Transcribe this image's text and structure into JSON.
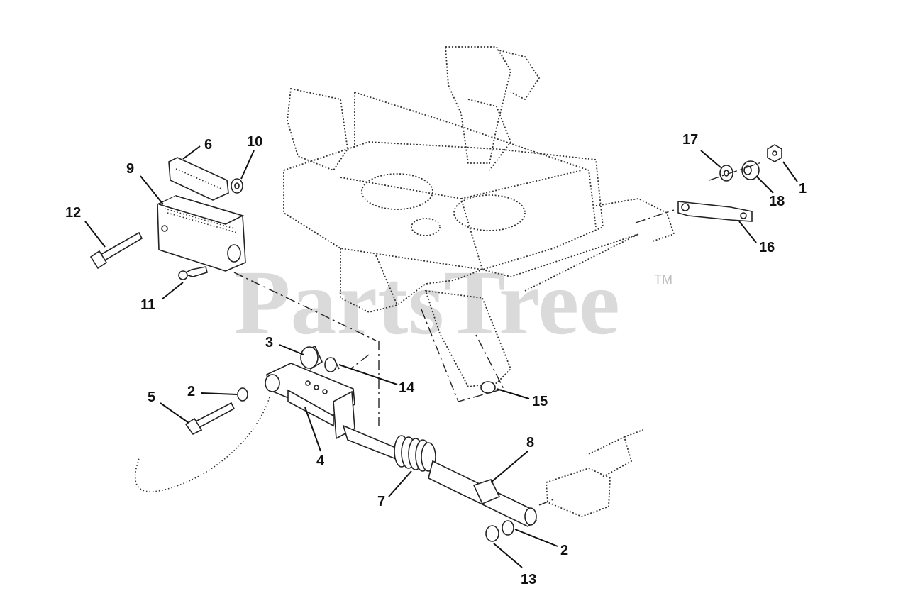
{
  "watermark": {
    "text": "PartsTree",
    "trademark": "TM"
  },
  "callouts": [
    {
      "id": "c1",
      "label": "1"
    },
    {
      "id": "c2a",
      "label": "2"
    },
    {
      "id": "c2b",
      "label": "2"
    },
    {
      "id": "c3",
      "label": "3"
    },
    {
      "id": "c4",
      "label": "4"
    },
    {
      "id": "c5",
      "label": "5"
    },
    {
      "id": "c6",
      "label": "6"
    },
    {
      "id": "c7",
      "label": "7"
    },
    {
      "id": "c8",
      "label": "8"
    },
    {
      "id": "c9",
      "label": "9"
    },
    {
      "id": "c10",
      "label": "10"
    },
    {
      "id": "c11",
      "label": "11"
    },
    {
      "id": "c12",
      "label": "12"
    },
    {
      "id": "c13",
      "label": "13"
    },
    {
      "id": "c14",
      "label": "14"
    },
    {
      "id": "c15",
      "label": "15"
    },
    {
      "id": "c16",
      "label": "16"
    },
    {
      "id": "c17",
      "label": "17"
    },
    {
      "id": "c18",
      "label": "18"
    }
  ]
}
